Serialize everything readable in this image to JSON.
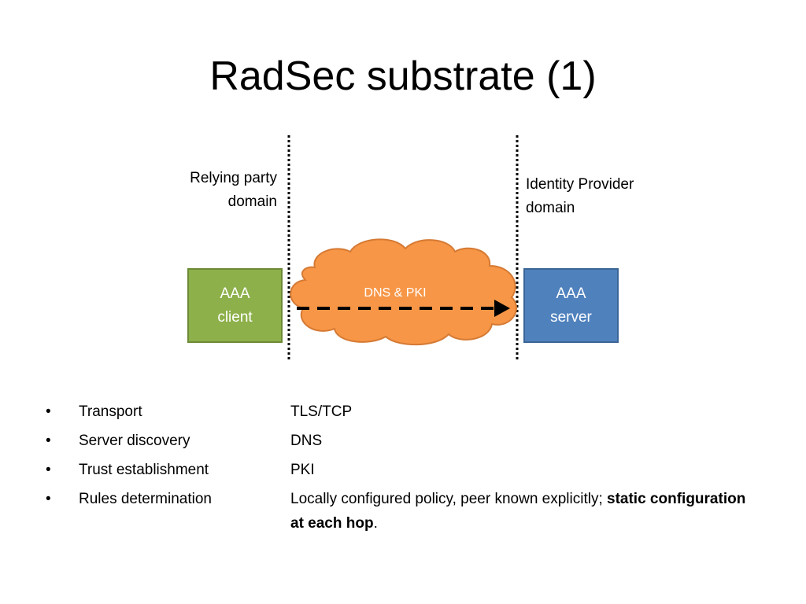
{
  "title": "RadSec substrate (1)",
  "domains": {
    "relying_party": "Relying party\ndomain",
    "identity_provider": "Identity Provider\ndomain"
  },
  "nodes": {
    "client": "AAA\nclient",
    "server": "AAA\nserver",
    "cloud": "DNS & PKI"
  },
  "colors": {
    "client_fill": "#8db04a",
    "server_fill": "#4f81bd",
    "cloud_fill": "#f79646",
    "cloud_stroke": "#d57a34"
  },
  "bullet_glyph": "•",
  "rows": [
    {
      "term": "Transport",
      "def": "TLS/TCP"
    },
    {
      "term": "Server discovery",
      "def": "DNS"
    },
    {
      "term": "Trust establishment",
      "def": "PKI"
    },
    {
      "term": "Rules determination",
      "def_plain": "Locally configured policy, peer known explicitly; ",
      "def_bold": "static configuration at each hop",
      "def_end": "."
    }
  ]
}
